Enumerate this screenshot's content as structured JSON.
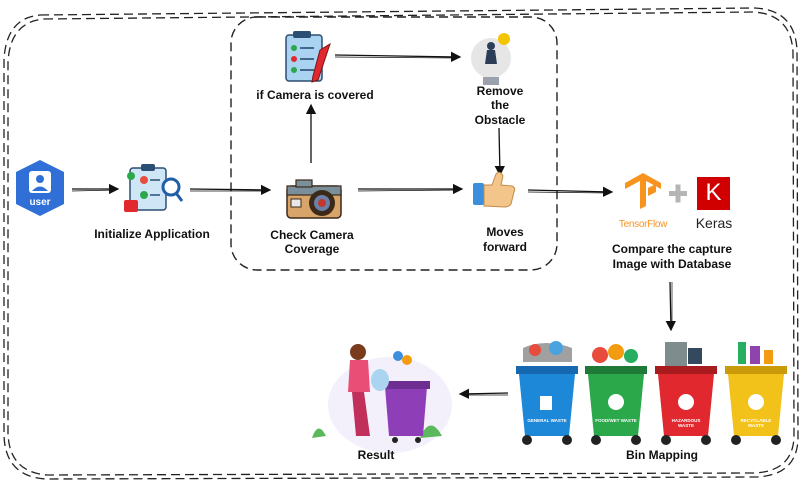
{
  "nodes": {
    "user": {
      "label": "Initialize Application",
      "icon_text": "user"
    },
    "camera": {
      "label_line1": "Check Camera",
      "label_line2": "Coverage"
    },
    "covered": {
      "label": "if Camera is covered"
    },
    "remove": {
      "label_line1": "Remove",
      "label_line2": "the",
      "label_line3": "Obstacle"
    },
    "moves": {
      "label_line1": "Moves",
      "label_line2": "forward"
    },
    "compare": {
      "label_line1": "Compare the capture",
      "label_line2": "Image with Database",
      "tf_text": "TensorFlow",
      "keras_text": "Keras",
      "keras_letter": "K"
    },
    "bins": {
      "label": "Bin Mapping",
      "bin_labels": [
        "GENERAL WASTE",
        "FOOD/WET WASTE",
        "HAZARDOUS WASTE",
        "RECYCLABLE WASTE"
      ]
    },
    "result": {
      "label": "Result"
    }
  },
  "colors": {
    "user_blue": "#2f6fd6",
    "bin_blue": "#1e88d8",
    "bin_green": "#2aa84a",
    "bin_red": "#e0282e",
    "bin_yellow": "#f2c21a",
    "tf_orange": "#f7931e",
    "keras_red": "#d00000",
    "purple_bin": "#8e3fb8"
  }
}
